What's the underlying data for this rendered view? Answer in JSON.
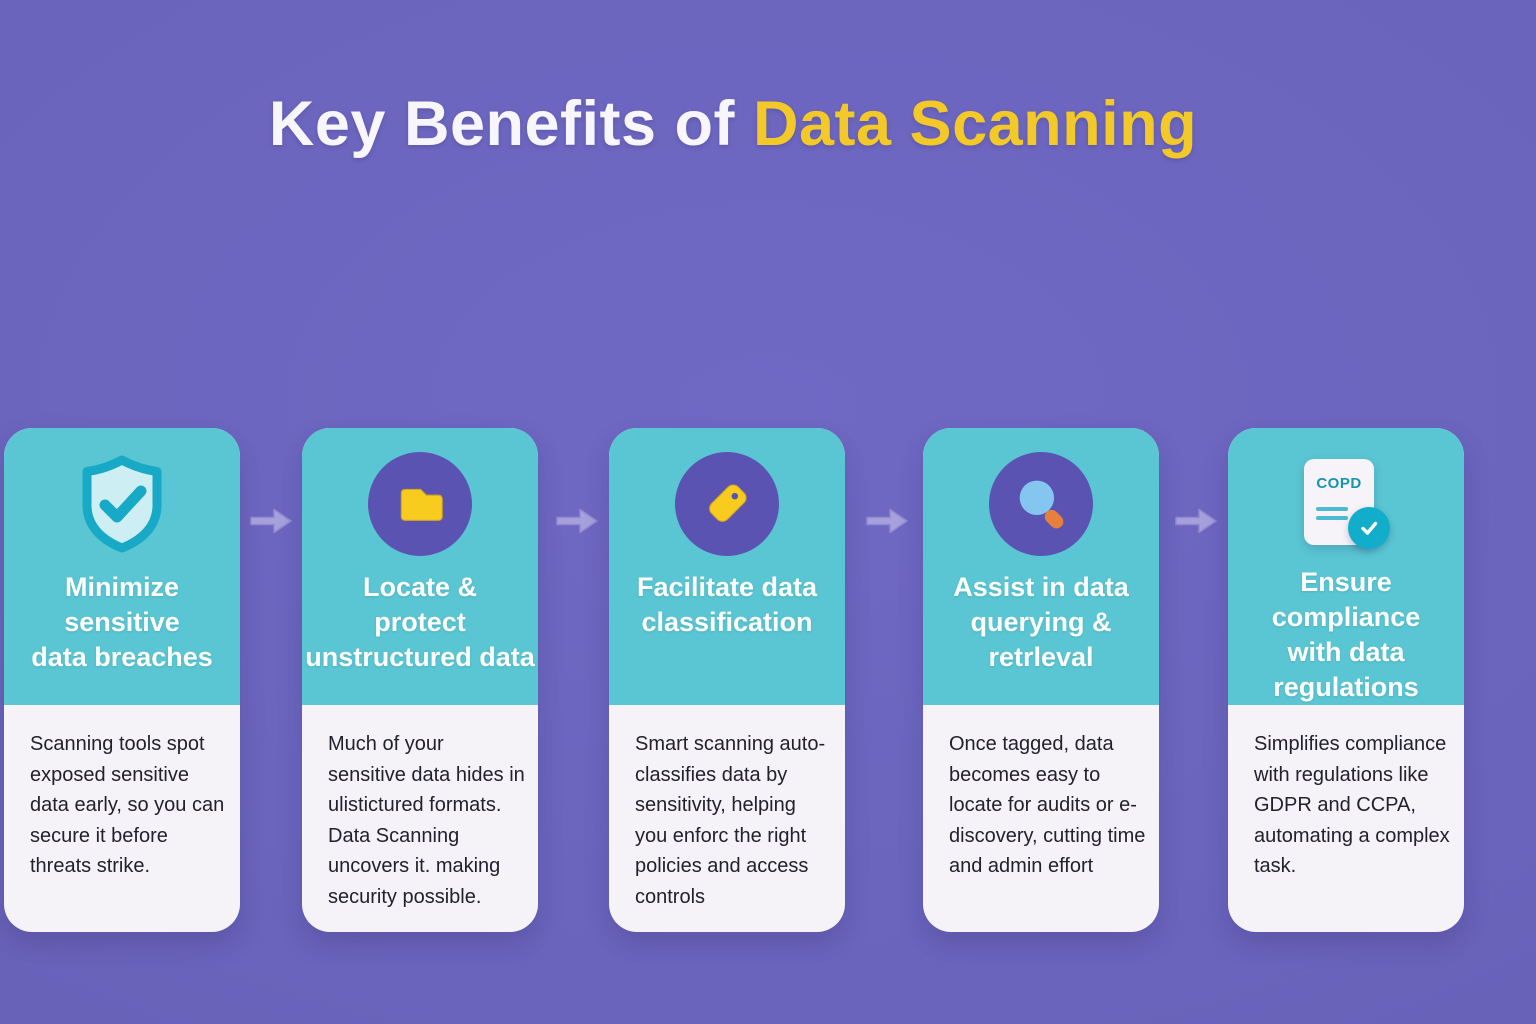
{
  "title": {
    "prefix": "Key Benefits of ",
    "highlight": "Data Scanning"
  },
  "colors": {
    "background": "#6A64BC",
    "card_header": "#5AC6D3",
    "card_body": "#F5F3F8",
    "icon_circle": "#5A53B2",
    "accent_yellow": "#F2C928",
    "icon_yellow": "#F8CC1E",
    "icon_teal": "#17A9C5",
    "lens_blue": "#85C6F1",
    "handle_orange": "#E6803C",
    "arrow": "#A6A0DC",
    "body_text": "#22222C"
  },
  "cards": [
    {
      "icon": "shield-check-icon",
      "title": "Minimize sensitive data breaches",
      "title_lines": [
        "Minimize",
        "sensitive",
        "data breaches"
      ],
      "body": "Scanning tools spot exposed sensitive data early, so you can secure it before threats strike."
    },
    {
      "icon": "folder-icon",
      "title": "Locate & protect unstructured data",
      "title_lines": [
        "Locate &",
        "protect",
        "unstructured data"
      ],
      "body": "Much of your sensitive data hides in ulistictured formats. Data Scanning uncovers it. making security possible."
    },
    {
      "icon": "tag-icon",
      "title": "Facilitate data classification",
      "title_lines": [
        "Facilitate data",
        "classification"
      ],
      "body": "Smart scanning auto-classifies data by sensitivity, helping you enforc the right policies and access controls"
    },
    {
      "icon": "magnifier-icon",
      "title": "Assist in data querying & retrleval",
      "title_lines": [
        "Assist in data",
        "querying &",
        "retrleval"
      ],
      "body": "Once tagged, data becomes easy to locate for audits or e-discovery, cutting time and admin effort"
    },
    {
      "icon": "document-check-icon",
      "doc_label": "COPD",
      "title": "Ensure compliance with data regulations",
      "title_lines": [
        "Ensure",
        "compliance",
        "with data",
        "regulations"
      ],
      "body": "Simplifies compliance with regulations like GDPR and CCPA, automating a complex task."
    }
  ],
  "arrows": [
    "right-arrow",
    "right-arrow",
    "right-arrow",
    "right-arrow"
  ]
}
